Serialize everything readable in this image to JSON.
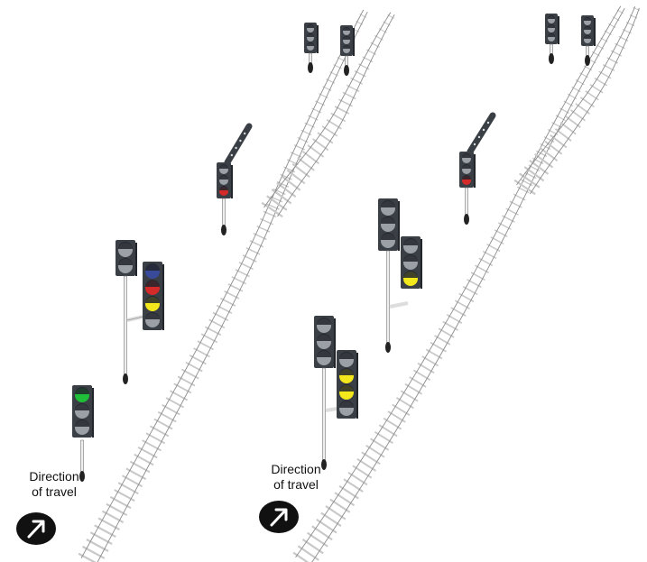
{
  "labels": {
    "left": [
      "Direction",
      "of travel"
    ],
    "right": [
      "Direction",
      "of travel"
    ]
  },
  "icons": {
    "direction_badge": "direction-arrow-icon"
  },
  "colors": {
    "rail": "#8c8c8c",
    "sleeper": "#c8c8c8",
    "housing": "#3a3f45",
    "lamp_off": "#9aa0a6",
    "green": "#1fbf3a",
    "yellow": "#f2e81c",
    "red": "#d42a2a",
    "blue": "#3a4a9a"
  },
  "signals": {
    "left_green": [
      "green",
      "off",
      "off"
    ],
    "left_tall": [
      "off",
      "off"
    ],
    "left_aux": [
      "blue",
      "red",
      "yellow",
      "off"
    ],
    "left_semaphore": [
      "off",
      "off",
      "red"
    ],
    "right_tall_a": [
      "off",
      "off",
      "off"
    ],
    "right_aux_a": [
      "off",
      "off",
      "yellow"
    ],
    "right_tall_b": [
      "off",
      "off",
      "off"
    ],
    "right_aux_b": [
      "off",
      "yellow",
      "yellow",
      "off"
    ],
    "right_semaphore": [
      "off",
      "off",
      "red"
    ]
  }
}
